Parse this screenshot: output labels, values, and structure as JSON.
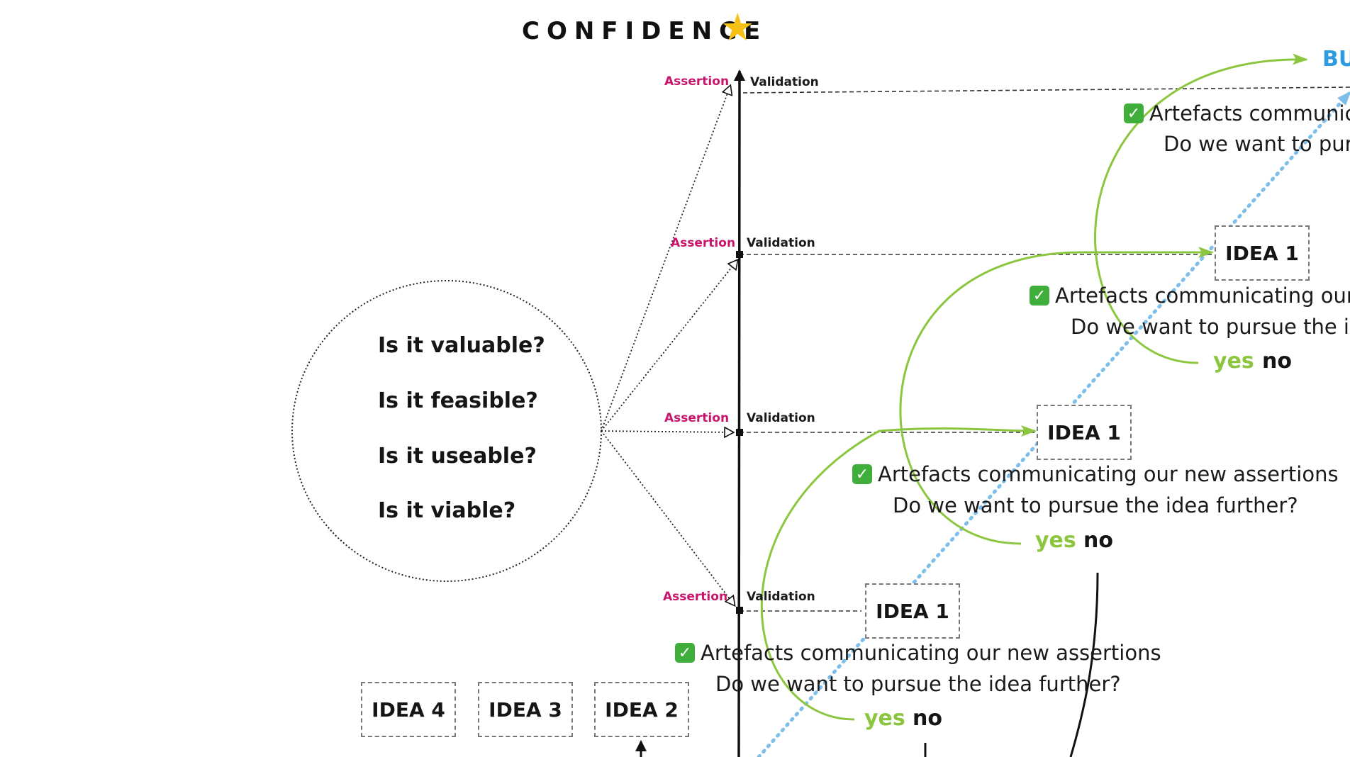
{
  "title": "CONFIDENCE",
  "icons": {
    "title_icon": "star-icon",
    "check_icon": "check-box-icon"
  },
  "colors": {
    "assertion": "#c8156b",
    "yes": "#8cc63f",
    "flow_arrow": "#8cc63f",
    "progress_line": "#7dbfea",
    "bu_text": "#2d9be0",
    "check_box": "#3fae3a"
  },
  "axis_labels": {
    "assertion": "Assertion",
    "validation": "Validation"
  },
  "questions": [
    "Is it valuable?",
    "Is it feasible?",
    "Is it useable?",
    "Is it viable?"
  ],
  "backlog_ideas": [
    "IDEA 4",
    "IDEA 3",
    "IDEA 2"
  ],
  "stages": [
    {
      "idea": "IDEA 1",
      "line1": "Artefacts communicating our new assertions",
      "line2": "Do we want to pursue the idea further?",
      "yes": "yes",
      "no": "no"
    },
    {
      "idea": "IDEA 1",
      "line1": "Artefacts communicating our new assertions",
      "line2": "Do we want to pursue the idea further?",
      "yes": "yes",
      "no": "no"
    },
    {
      "idea": "IDEA 1",
      "line1": "Artefacts communicating our",
      "line2": "Do we want to pursue the id",
      "yes": "yes",
      "no": "no"
    },
    {
      "line1": "Artefacts communica",
      "line2": "Do we want to purs"
    }
  ],
  "top_label": "BU"
}
